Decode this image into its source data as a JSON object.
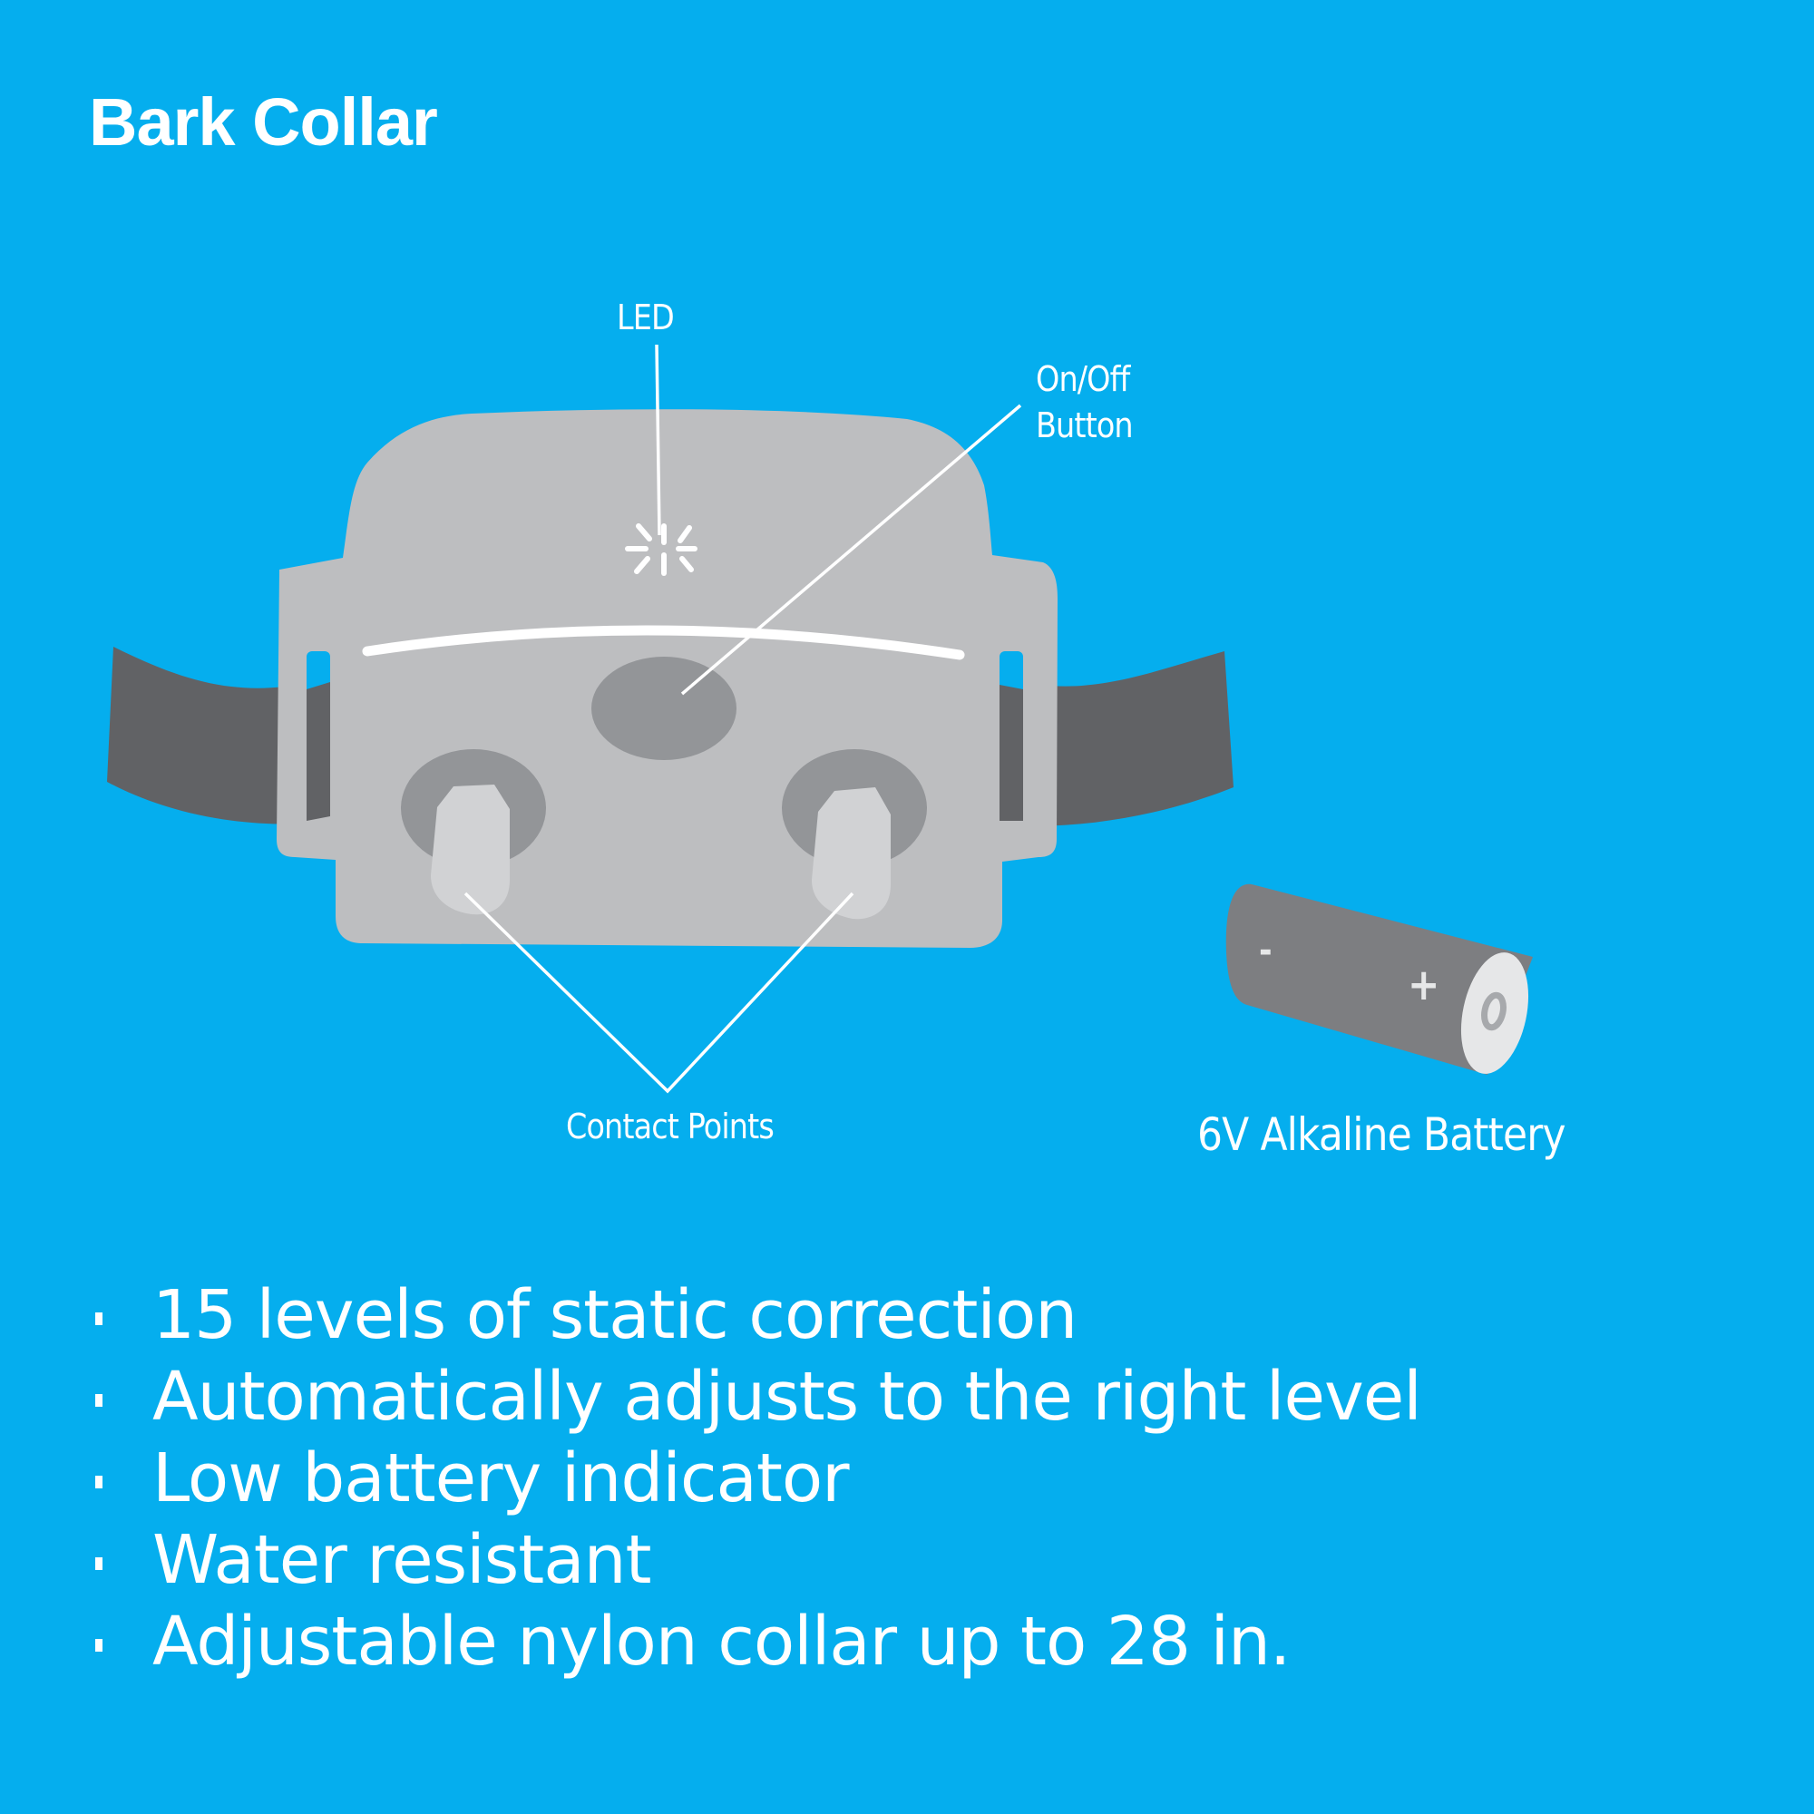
{
  "title": "Bark Collar",
  "labels": {
    "led": "LED",
    "on_off_line1": "On/Off",
    "on_off_line2": "Button",
    "contact_points": "Contact Points",
    "battery": "6V Alkaline Battery"
  },
  "battery": {
    "minus": "-",
    "plus": "+"
  },
  "features": [
    "15 levels of static correction",
    "Automatically adjusts to the right level",
    "Low battery indicator",
    "Water resistant",
    "Adjustable nylon collar up to 28 in."
  ],
  "colors": {
    "background": "#05aeee",
    "collar_body": "#bdbec0",
    "strap": "#616265",
    "button": "#939598",
    "contact_tip": "#d1d2d4",
    "battery_body": "#7d7e81",
    "battery_cap": "#e6e7e8"
  }
}
